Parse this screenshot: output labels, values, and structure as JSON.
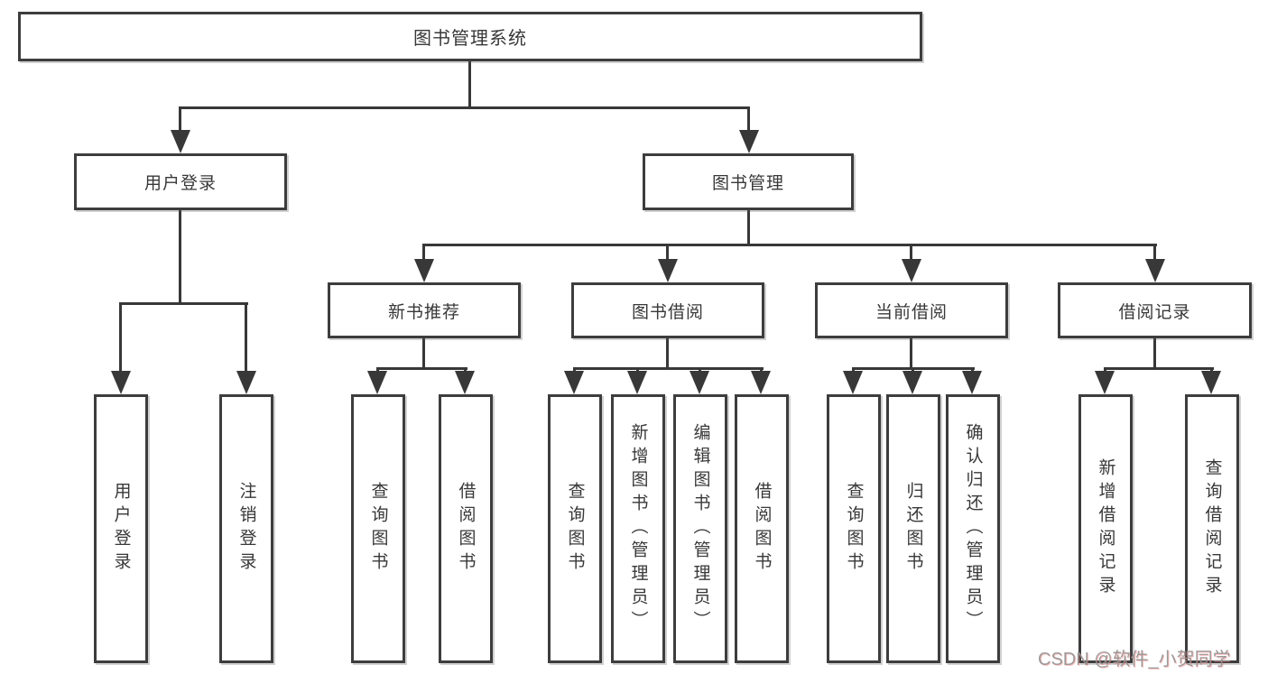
{
  "tree": {
    "root": {
      "label": "图书管理系统"
    },
    "branches": [
      {
        "label": "用户登录",
        "children": [
          {
            "label": "用户登录"
          },
          {
            "label": "注销登录"
          }
        ]
      },
      {
        "label": "图书管理",
        "children": [
          {
            "label": "新书推荐",
            "children": [
              {
                "label": "查询图书"
              },
              {
                "label": "借阅图书"
              }
            ]
          },
          {
            "label": "图书借阅",
            "children": [
              {
                "label": "查询图书"
              },
              {
                "label": "新增图书（管理员）"
              },
              {
                "label": "编辑图书（管理员）"
              },
              {
                "label": "借阅图书"
              }
            ]
          },
          {
            "label": "当前借阅",
            "children": [
              {
                "label": "查询图书"
              },
              {
                "label": "归还图书"
              },
              {
                "label": "确认归还（管理员）"
              }
            ]
          },
          {
            "label": "借阅记录",
            "children": [
              {
                "label": "新增借阅记录"
              },
              {
                "label": "查询借阅记录"
              }
            ]
          }
        ]
      }
    ]
  },
  "watermark": {
    "text": "CSDN @软件_小贺同学"
  },
  "colors": {
    "line": "#383838",
    "box_border": "#3d3d3d",
    "box_background": "#ffffff",
    "text": "#383838",
    "watermark": "#949494"
  }
}
